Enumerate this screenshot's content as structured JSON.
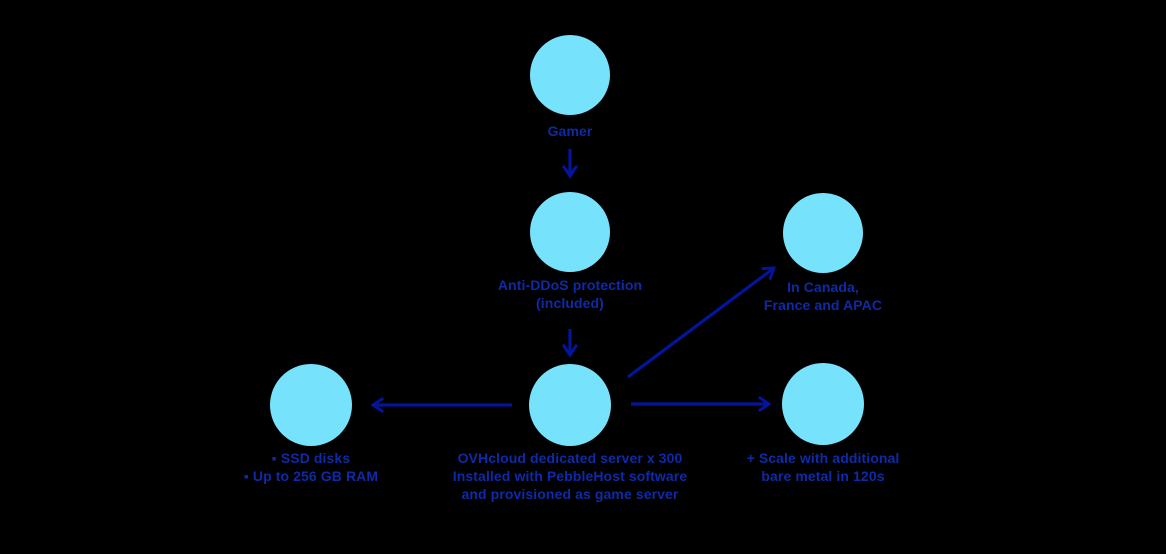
{
  "colors": {
    "background": "#000000",
    "node_fill": "#77E2FC",
    "text": "#0E2AA8",
    "arrow": "#02159B"
  },
  "nodes": {
    "gamer": {
      "label": "Gamer"
    },
    "anti_ddos": {
      "line1": "Anti-DDoS protection",
      "line2": "(included)"
    },
    "regions": {
      "line1": "In Canada,",
      "line2": "France and APAC"
    },
    "server": {
      "line1": "OVHcloud dedicated server x 300",
      "line2": "Installed with PebbleHost software",
      "line3": "and provisioned as game server"
    },
    "specs": {
      "line1": "▪ SSD disks",
      "line2": "▪ Up to 256 GB RAM"
    },
    "scale": {
      "line1": "+ Scale with additional",
      "line2": "bare metal in 120s"
    }
  }
}
